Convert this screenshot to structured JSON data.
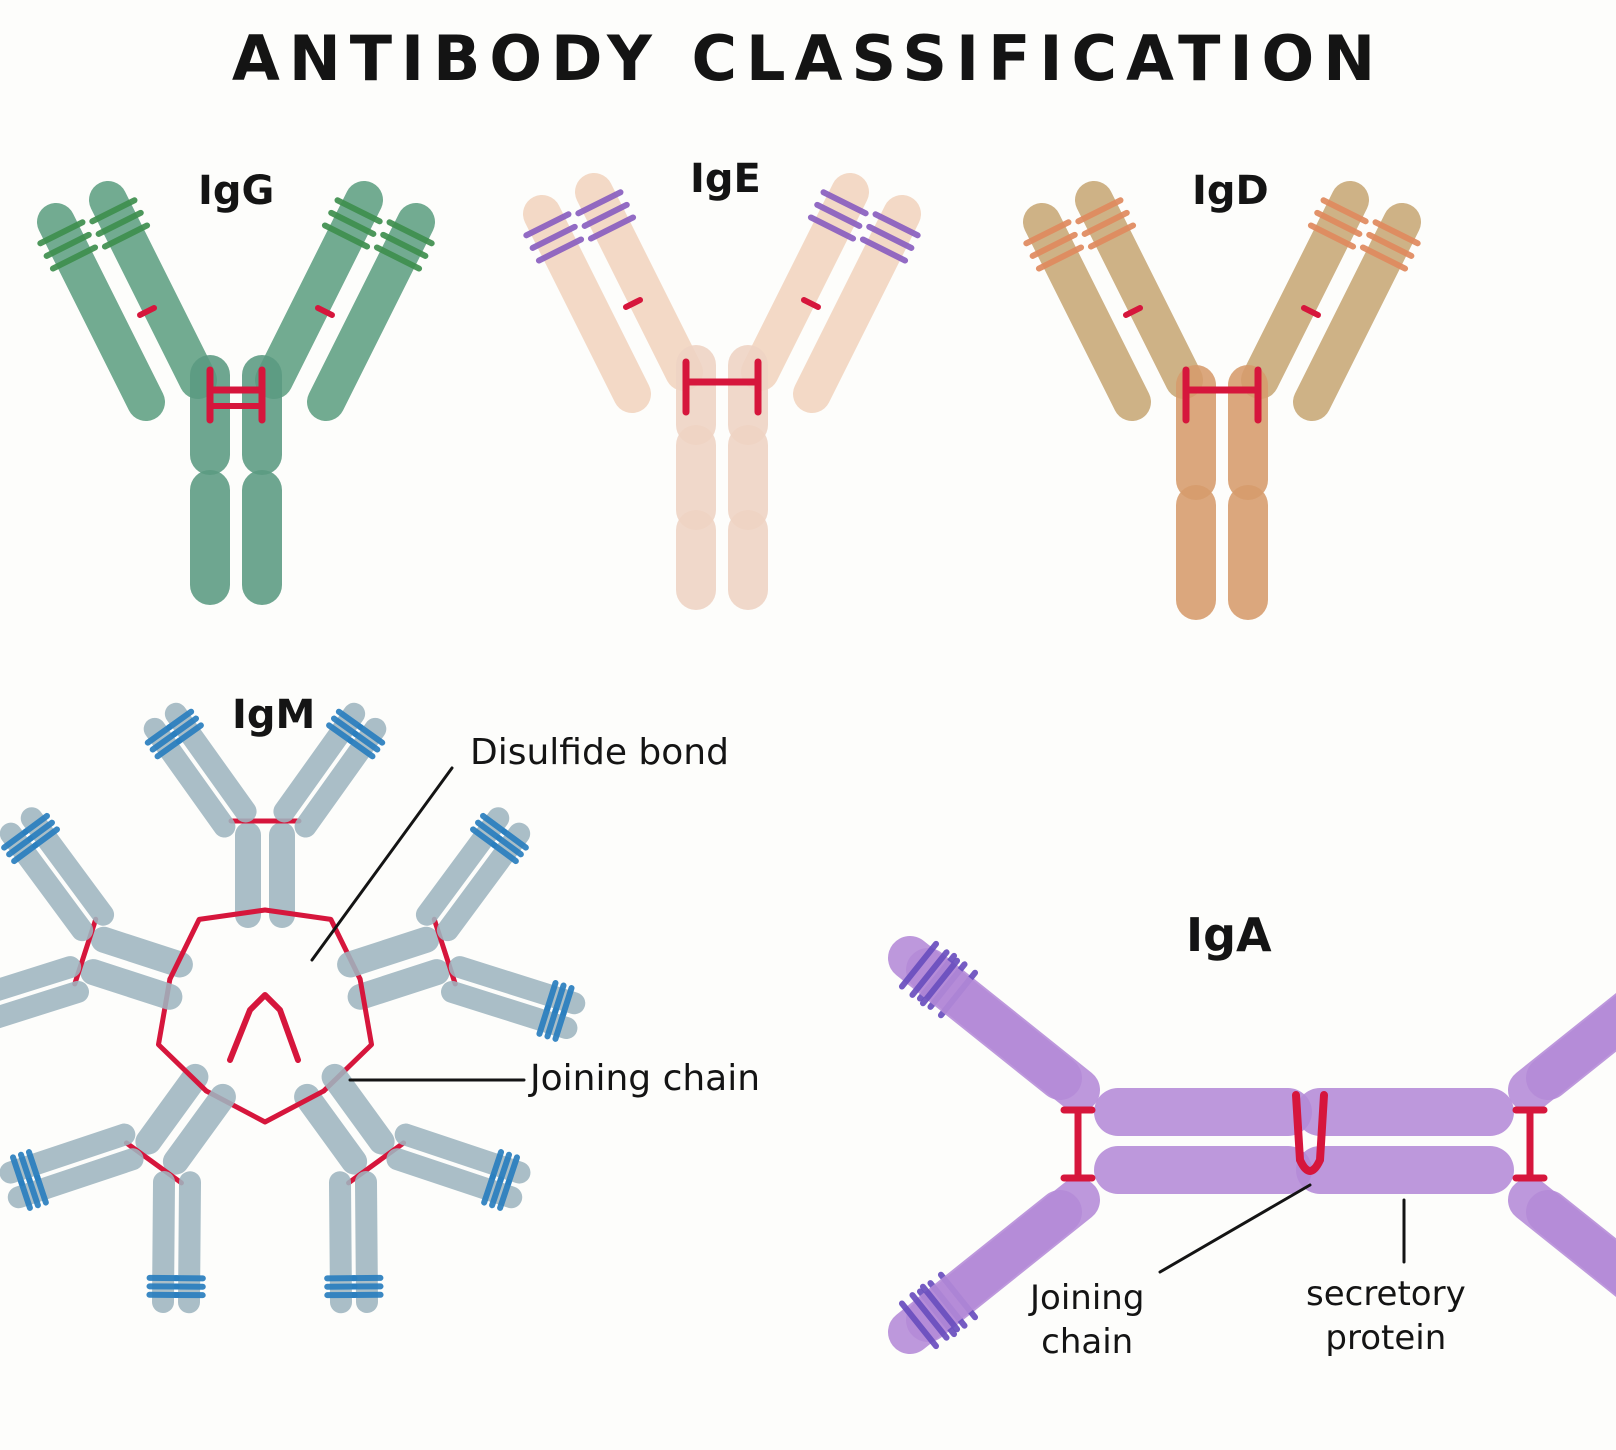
{
  "title": "ANTIBODY CLASSIFICATION",
  "antibodies": [
    {
      "id": "igg",
      "label": "IgG",
      "arm_color": "#5fa083",
      "stripe_color": "#3f8f4e",
      "stem_color": "#5b9b82"
    },
    {
      "id": "ige",
      "label": "IgE",
      "arm_color": "#f2d5bf",
      "stripe_color": "#8a5fc0",
      "stem_color": "#efd4c4"
    },
    {
      "id": "igd",
      "label": "IgD",
      "arm_color": "#c8a876",
      "stripe_color": "#e08a5e",
      "stem_color": "#d79c6c"
    },
    {
      "id": "igm",
      "label": "IgM",
      "arm_color": "#9fb6c0",
      "stripe_color": "#2a7fbf",
      "stem_color": "#9fb6c0"
    },
    {
      "id": "iga",
      "label": "IgA",
      "arm_color": "#b58bd8",
      "stripe_color": "#6a4fbf",
      "stem_color": "#b58bd8"
    }
  ],
  "annotations": {
    "disulfide_bond": "Disulfide bond",
    "joining_chain": "Joining chain",
    "iga_joining_chain": [
      "Joining",
      "chain"
    ],
    "secretory_protein": [
      "secretory",
      "protein"
    ]
  },
  "colors": {
    "bond": "#d6163c",
    "ink": "#141414"
  }
}
